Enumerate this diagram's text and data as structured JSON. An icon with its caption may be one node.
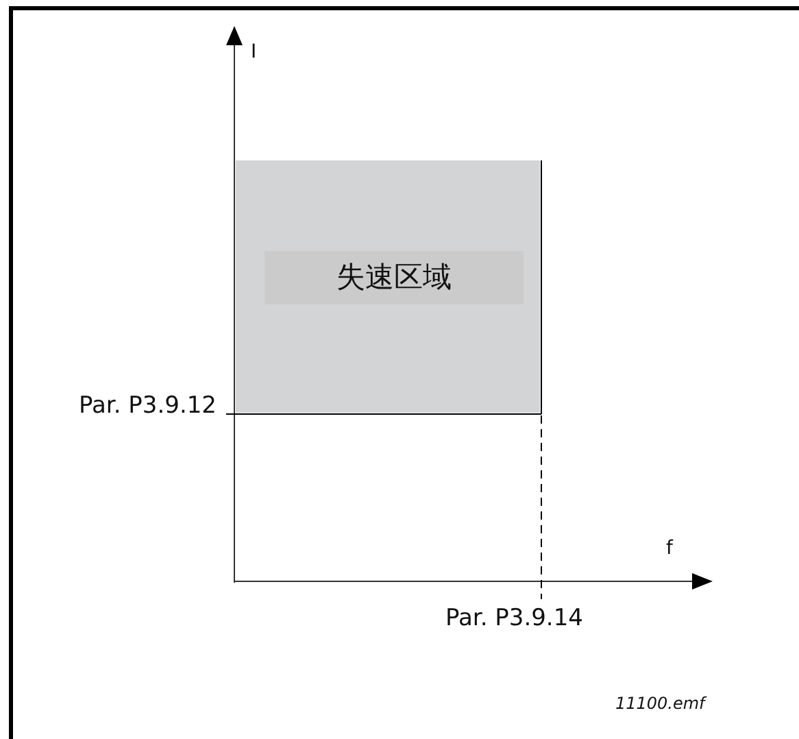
{
  "diagram": {
    "nodes": [
      {
        "text": [
          "失速区域"
        ]
      }
    ],
    "labels": [
      "I",
      "Par. P3.9.12",
      "f",
      "Par. P3.9.14",
      "11100.emf"
    ]
  }
}
